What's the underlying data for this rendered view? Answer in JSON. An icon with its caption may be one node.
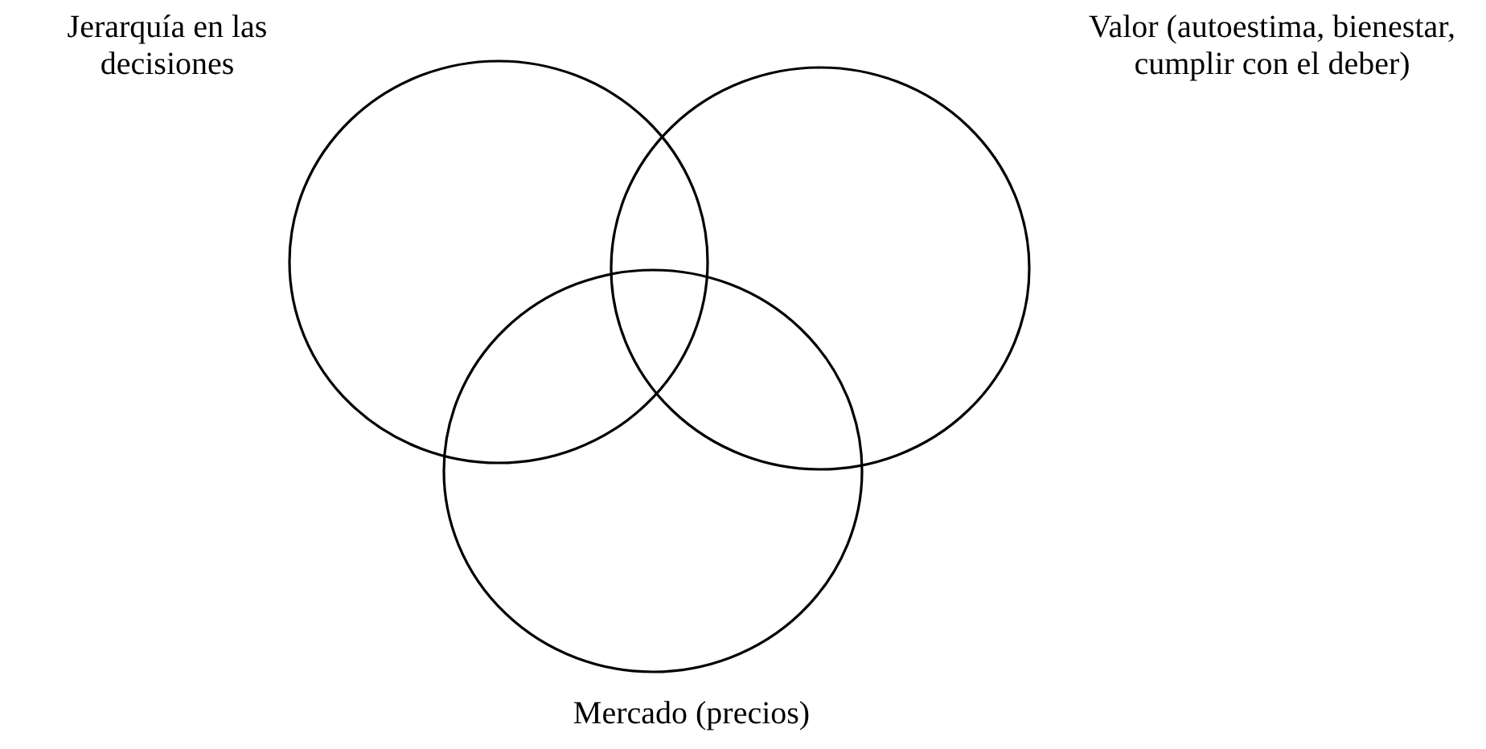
{
  "diagram": {
    "nodes": [
      {
        "text": [
          "Jerarquía en las decisiones"
        ]
      },
      {
        "text": [
          "Valor (autoestima, bienestar, cumplir con el deber)"
        ]
      },
      {
        "text": [
          "Mercado (precios)"
        ]
      }
    ]
  }
}
